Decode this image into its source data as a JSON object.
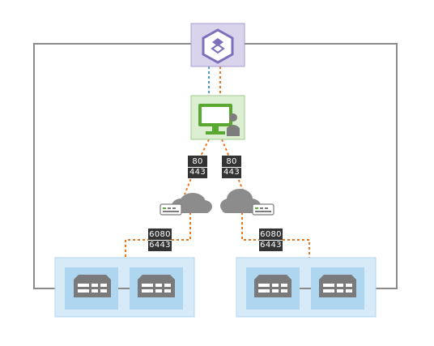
{
  "colors": {
    "frame_line": "#8a8a8a",
    "dashed_orange": "#e87722",
    "dashed_blue": "#3d9fd6",
    "hub_fill": "#d9d3ec",
    "hub_border": "#8f82c4",
    "workstation_fill": "#dcefd3",
    "workstation_border": "#8ec07c",
    "monitor_green": "#5aa832",
    "person_gray": "#7d7d7d",
    "cluster_fill": "#d6eaf7",
    "cluster_border": "#a8d0ee",
    "server_fill": "#7a7a7a",
    "cloud_fill": "#8c8c8c",
    "port_box": "#333333"
  },
  "nodes": {
    "hub": {
      "icon": "layered-hexagon-icon"
    },
    "workstation": {
      "icon": "monitor-user-icon"
    },
    "left_cloud": {
      "icon": "cloud-router-icon"
    },
    "right_cloud": {
      "icon": "cloud-router-icon"
    },
    "left_cluster": {
      "servers": [
        "server-icon",
        "server-icon"
      ]
    },
    "right_cluster": {
      "servers": [
        "server-icon",
        "server-icon"
      ]
    }
  },
  "ports": {
    "ws_left": {
      "top": "80",
      "bottom": "443"
    },
    "ws_right": {
      "top": "80",
      "bottom": "443"
    },
    "cluster_left": {
      "top": "6080",
      "bottom": "6443"
    },
    "cluster_right": {
      "top": "6080",
      "bottom": "6443"
    }
  }
}
